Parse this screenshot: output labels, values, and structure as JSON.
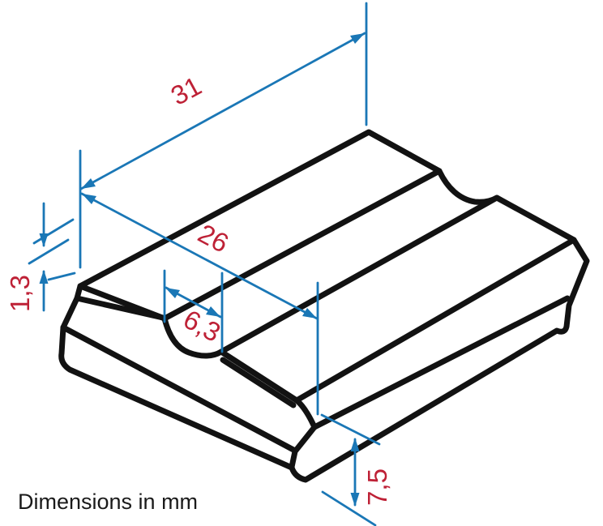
{
  "drawing": {
    "kind": "isometric-technical-drawing",
    "note": "Dimensions in mm",
    "colors": {
      "part_outline": "#121212",
      "dimension_lines": "#1a77b6",
      "dimension_text": "#be2136",
      "note_text": "#1a1a1a",
      "background": "#ffffff"
    },
    "dimensions": {
      "length": {
        "value": "31",
        "measures": "top face long edge"
      },
      "width": {
        "value": "26",
        "measures": "top face short edge"
      },
      "groove_width": {
        "value": "6,3",
        "measures": "cove groove width"
      },
      "edge_land": {
        "value": "1,3",
        "measures": "front edge land height"
      },
      "height": {
        "value": "7,5",
        "measures": "block height at front corner"
      }
    }
  }
}
